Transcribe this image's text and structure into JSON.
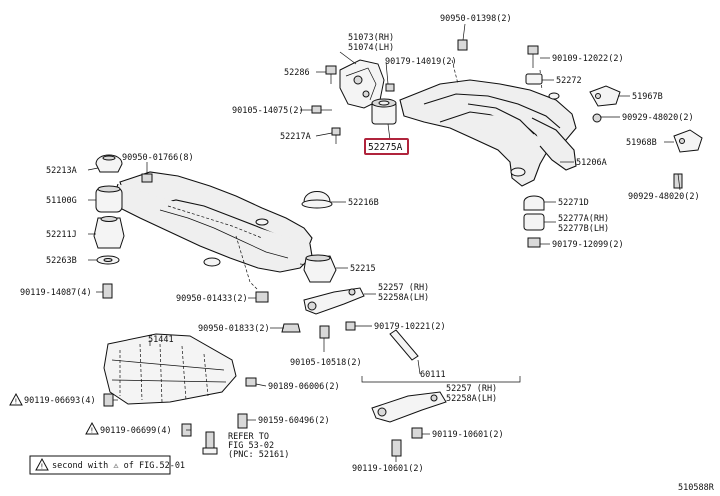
{
  "accent": "#b0243c",
  "labels": {
    "p51073": "51073(RH)",
    "p51074": "51074(LH)",
    "p90950_01398": "90950-01398(2)",
    "p52286": "52286",
    "p90179_14019": "90179-14019(2)",
    "p90105_14075": "90105-14075(2)",
    "p52217a": "52217A",
    "p52275a": "52275A",
    "p90109_12022": "90109-12022(2)",
    "p52272": "52272",
    "p51967b": "51967B",
    "p90929_48020a": "90929-48020(2)",
    "p51968b": "51968B",
    "p51206a": "51206A",
    "p90929_48020b": "90929-48020(2)",
    "p52213a": "52213A",
    "p90950_01766": "90950-01766(8)",
    "p51100g": "51100G",
    "p52216b": "52216B",
    "p52271d": "52271D",
    "p52277a": "52277A(RH)",
    "p52277b": "52277B(LH)",
    "p90179_12099": "90179-12099(2)",
    "p52211j": "52211J",
    "p52263b": "52263B",
    "p52215": "52215",
    "p90119_14087": "90119-14087(4)",
    "p90950_01433": "90950-01433(2)",
    "p52257_top": "52257 (RH)",
    "p52258a_top": "52258A(LH)",
    "p90950_01833": "90950-01833(2)",
    "p90179_10221": "90179-10221(2)",
    "p51441": "51441",
    "p90105_10518": "90105-10518(2)",
    "p90119_06693a": "90119-06693(4)",
    "p90189_06006": "90189-06006(2)",
    "p60111": "60111",
    "p52257_bot": "52257 (RH)",
    "p52258a_bot": "52258A(LH)",
    "p90119_06699": "90119-06699(4)",
    "p90159_60496": "90159-60496(2)",
    "p90119_10601a": "90119-10601(2)",
    "refer_line1": "REFER TO",
    "refer_line2": "FIG 53-02",
    "refer_line3": "(PNC: 52161)",
    "p90119_10601b": "90119-10601(2)",
    "note": "second with ⚠ of FIG.52-01",
    "figure_code": "510588R"
  }
}
